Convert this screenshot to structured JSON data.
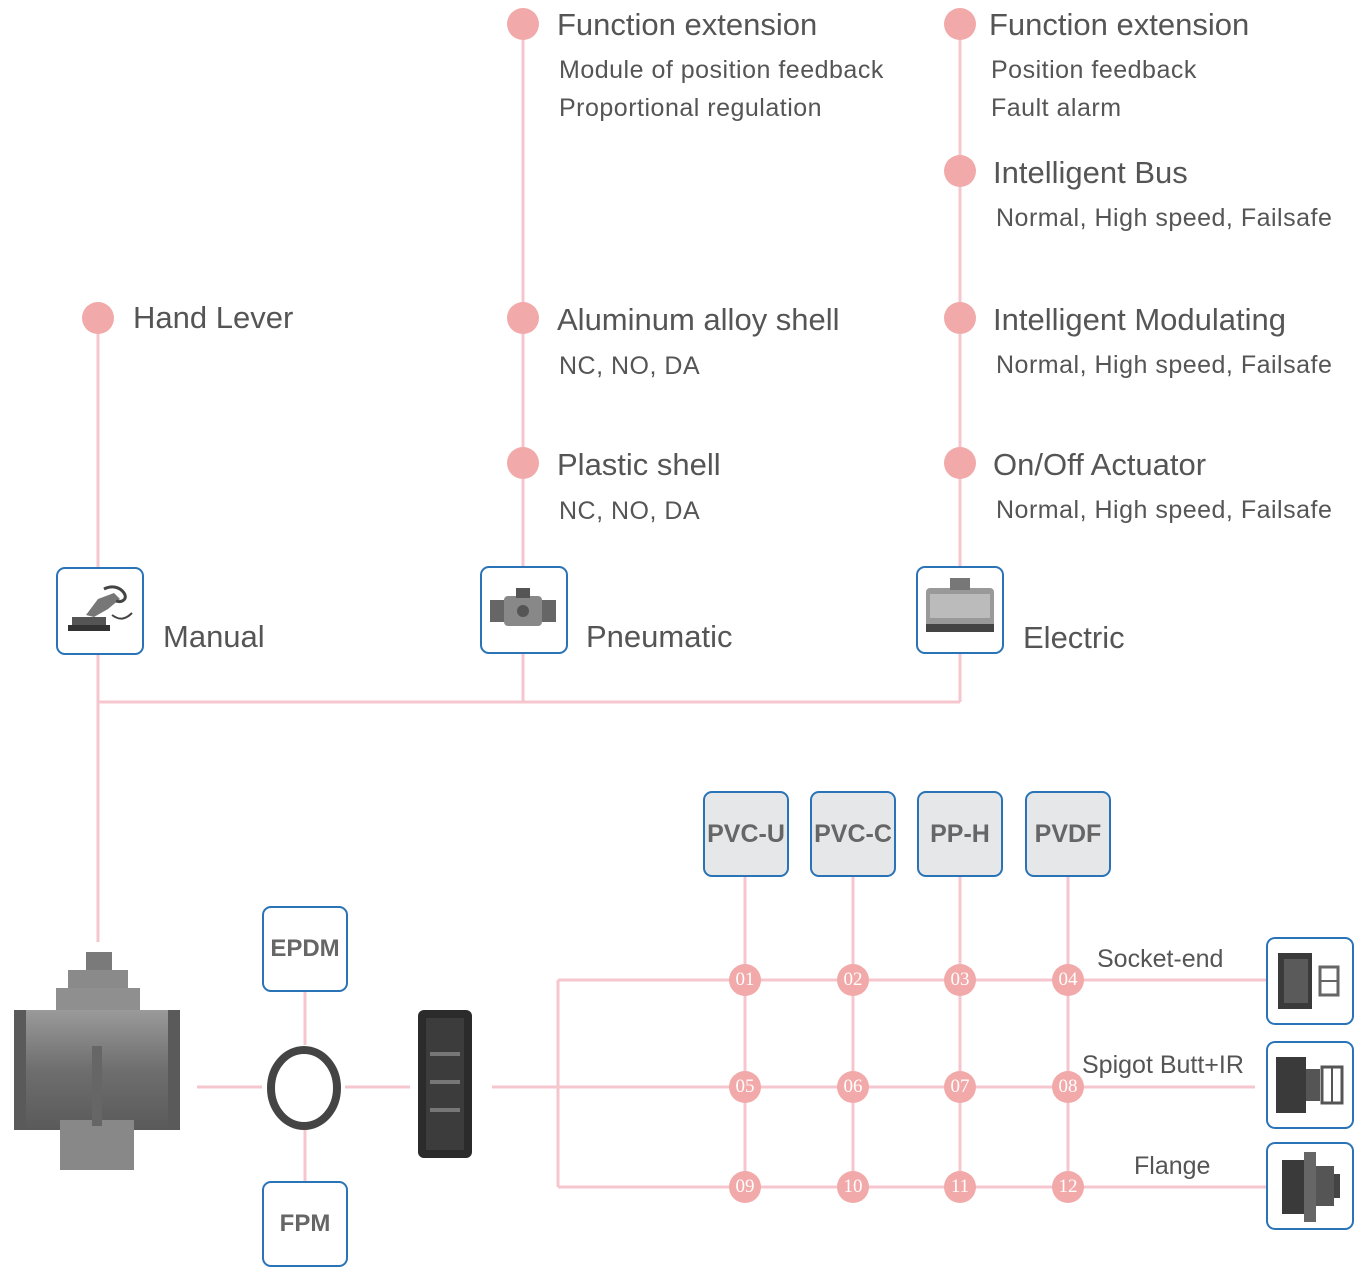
{
  "colors": {
    "connector": "#f6c6cf",
    "dot": "#f2a9a9",
    "box_border": "#2a73b6",
    "material_fill": "#e6e7e8",
    "text": "#555555"
  },
  "actuation": {
    "manual": {
      "label": "Manual",
      "options": [
        {
          "title": "Hand Lever",
          "detail": ""
        }
      ]
    },
    "pneumatic": {
      "label": "Pneumatic",
      "options": [
        {
          "title": "Function extension",
          "detail": [
            "Module of position feedback",
            "Proportional regulation"
          ]
        },
        {
          "title": "Aluminum alloy shell",
          "detail": [
            "NC, NO, DA"
          ]
        },
        {
          "title": "Plastic shell",
          "detail": [
            "NC, NO, DA"
          ]
        }
      ]
    },
    "electric": {
      "label": "Electric",
      "options": [
        {
          "title": "Function extension",
          "detail": [
            "Position feedback",
            "Fault alarm"
          ]
        },
        {
          "title": "Intelligent Bus",
          "detail": [
            "Normal, High speed, Failsafe"
          ]
        },
        {
          "title": "Intelligent Modulating",
          "detail": [
            "Normal, High speed, Failsafe"
          ]
        },
        {
          "title": "On/Off Actuator",
          "detail": [
            "Normal, High speed, Failsafe"
          ]
        }
      ]
    }
  },
  "seals": [
    "EPDM",
    "FPM"
  ],
  "materials": [
    "PVC-U",
    "PVC-C",
    "PP-H",
    "PVDF"
  ],
  "end_connections": [
    "Socket-end",
    "Spigot Butt+IR",
    "Flange"
  ],
  "matrix_numbers": [
    "01",
    "02",
    "03",
    "04",
    "05",
    "06",
    "07",
    "08",
    "09",
    "10",
    "11",
    "12"
  ]
}
